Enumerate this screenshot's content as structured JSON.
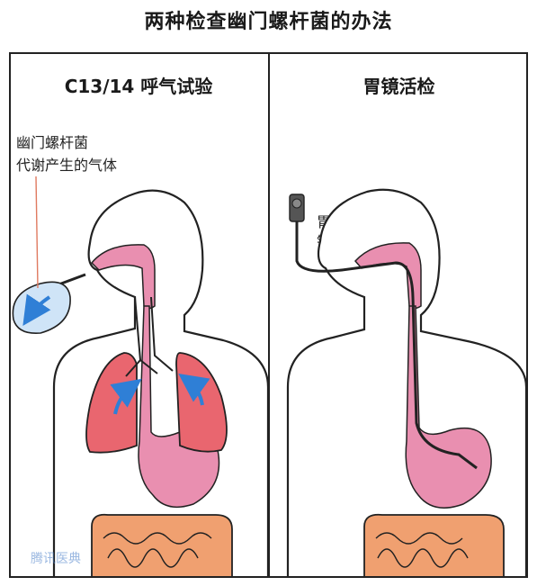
{
  "title": "两种检查幽门螺杆菌的办法",
  "panels": {
    "left": {
      "title": "C13/14 呼气试验",
      "note_line1": "幽门螺杆菌",
      "note_line2": "代谢产生的气体"
    },
    "right": {
      "title": "胃镜活检",
      "scope_label": "胃镜"
    }
  },
  "watermark": "腾讯医典",
  "colors": {
    "tract": "#e98fb0",
    "lung": "#e9666f",
    "intestine": "#f0a070",
    "outline": "#222222",
    "arrow": "#2f7fd6",
    "bag": "#cfe4f7"
  }
}
